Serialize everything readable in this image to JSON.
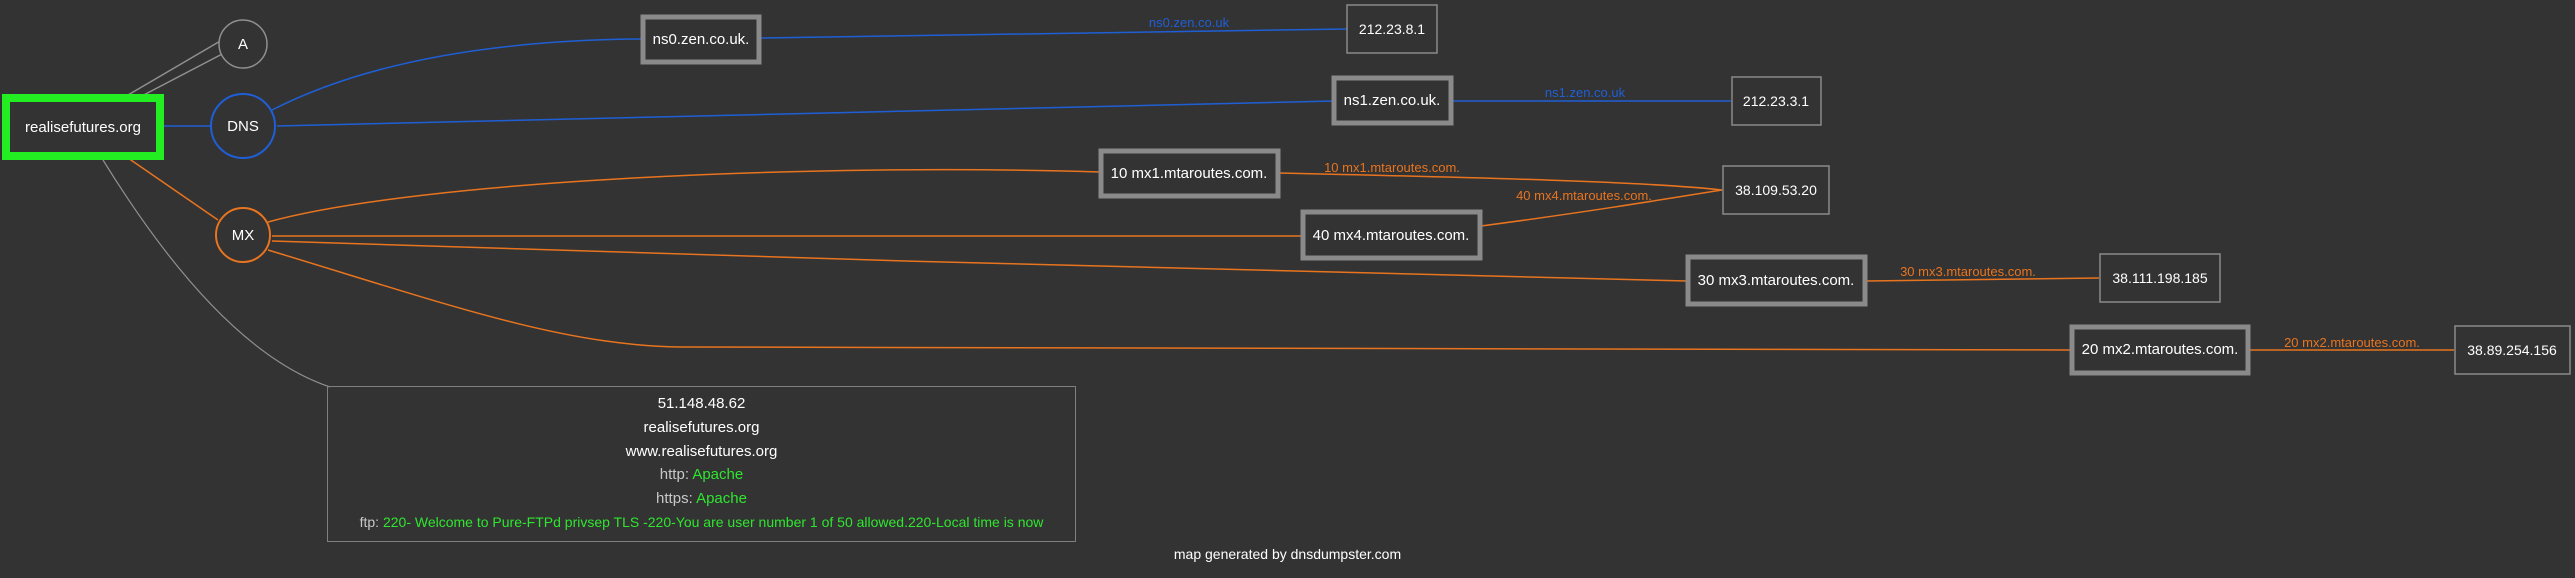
{
  "colors": {
    "background": "#333333",
    "dns": "#1f5fd6",
    "mx": "#e8741f",
    "a": "#909090",
    "root_border": "#22ee22",
    "box_border": "#8a8a8a",
    "value_green": "#2fe62f"
  },
  "root": {
    "label": "realisefutures.org"
  },
  "hubs": {
    "a": "A",
    "dns": "DNS",
    "mx": "MX"
  },
  "dns_records": [
    {
      "server": "ns0.zen.co.uk.",
      "edge_label": "ns0.zen.co.uk",
      "ip": "212.23.8.1"
    },
    {
      "server": "ns1.zen.co.uk.",
      "edge_label": "ns1.zen.co.uk",
      "ip": "212.23.3.1"
    }
  ],
  "mx_records": [
    {
      "server": "10 mx1.mtaroutes.com.",
      "edge_label": "10 mx1.mtaroutes.com.",
      "ip": "38.109.53.20"
    },
    {
      "server": "40 mx4.mtaroutes.com.",
      "edge_label": "40 mx4.mtaroutes.com.",
      "ip": "38.109.53.20"
    },
    {
      "server": "30 mx3.mtaroutes.com.",
      "edge_label": "30 mx3.mtaroutes.com.",
      "ip": "38.111.198.185"
    },
    {
      "server": "20 mx2.mtaroutes.com.",
      "edge_label": "20 mx2.mtaroutes.com.",
      "ip": "38.89.254.156"
    }
  ],
  "host_info": {
    "ip": "51.148.48.62",
    "domain": "realisefutures.org",
    "www": "www.realisefutures.org",
    "http_key": "http:",
    "http_value": "Apache",
    "https_key": "https:",
    "https_value": "Apache",
    "ftp_key": "ftp:",
    "ftp_value": "220- Welcome to Pure-FTPd privsep TLS -220-You are user number 1 of 50 allowed.220-Local time is now"
  },
  "footer": "map generated by dnsdumpster.com"
}
